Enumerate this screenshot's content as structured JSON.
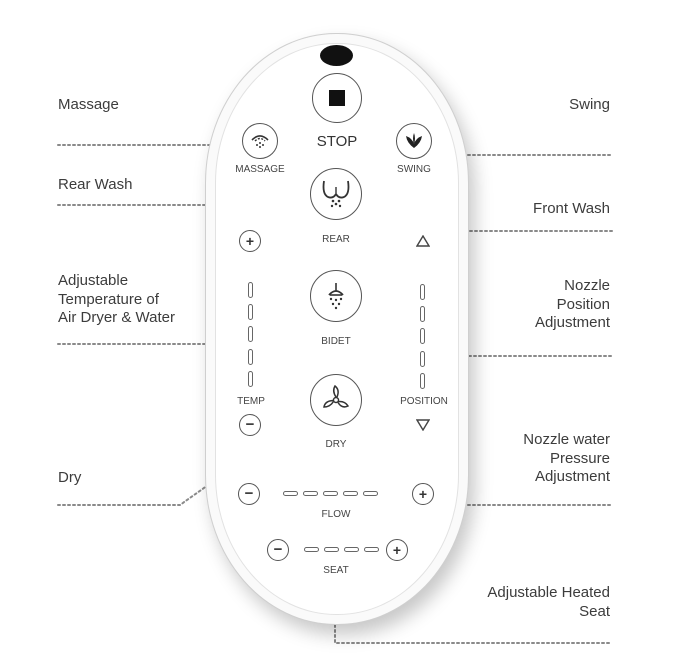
{
  "callouts": {
    "massage": "Massage",
    "swing": "Swing",
    "rear_wash": "Rear Wash",
    "front_wash": "Front Wash",
    "temperature": "Adjustable\nTemperature of\nAir Dryer & Water",
    "nozzle_position": "Nozzle\nPosition\nAdjustment",
    "dry": "Dry",
    "nozzle_pressure": "Nozzle water\nPressure\nAdjustment",
    "heated_seat": "Adjustable Heated\nSeat"
  },
  "remote": {
    "stop_label": "STOP",
    "massage_label": "MASSAGE",
    "swing_label": "SWING",
    "rear_label": "REAR",
    "bidet_label": "BIDET",
    "dry_label": "DRY",
    "temp_label": "TEMP",
    "position_label": "POSITION",
    "flow_label": "FLOW",
    "seat_label": "SEAT",
    "plus_symbol": "+",
    "minus_symbol": "−"
  },
  "icons": {
    "stop": "stop-square-icon",
    "massage": "massage-waves-icon",
    "swing": "swing-leaf-icon",
    "rear": "rear-wash-icon",
    "bidet": "bidet-spray-icon",
    "dry": "fan-icon",
    "up": "triangle-up-icon",
    "down": "triangle-down-icon"
  },
  "colors": {
    "outline": "#555555",
    "leader": "#8a8a8a",
    "text": "#3c3c3c"
  }
}
